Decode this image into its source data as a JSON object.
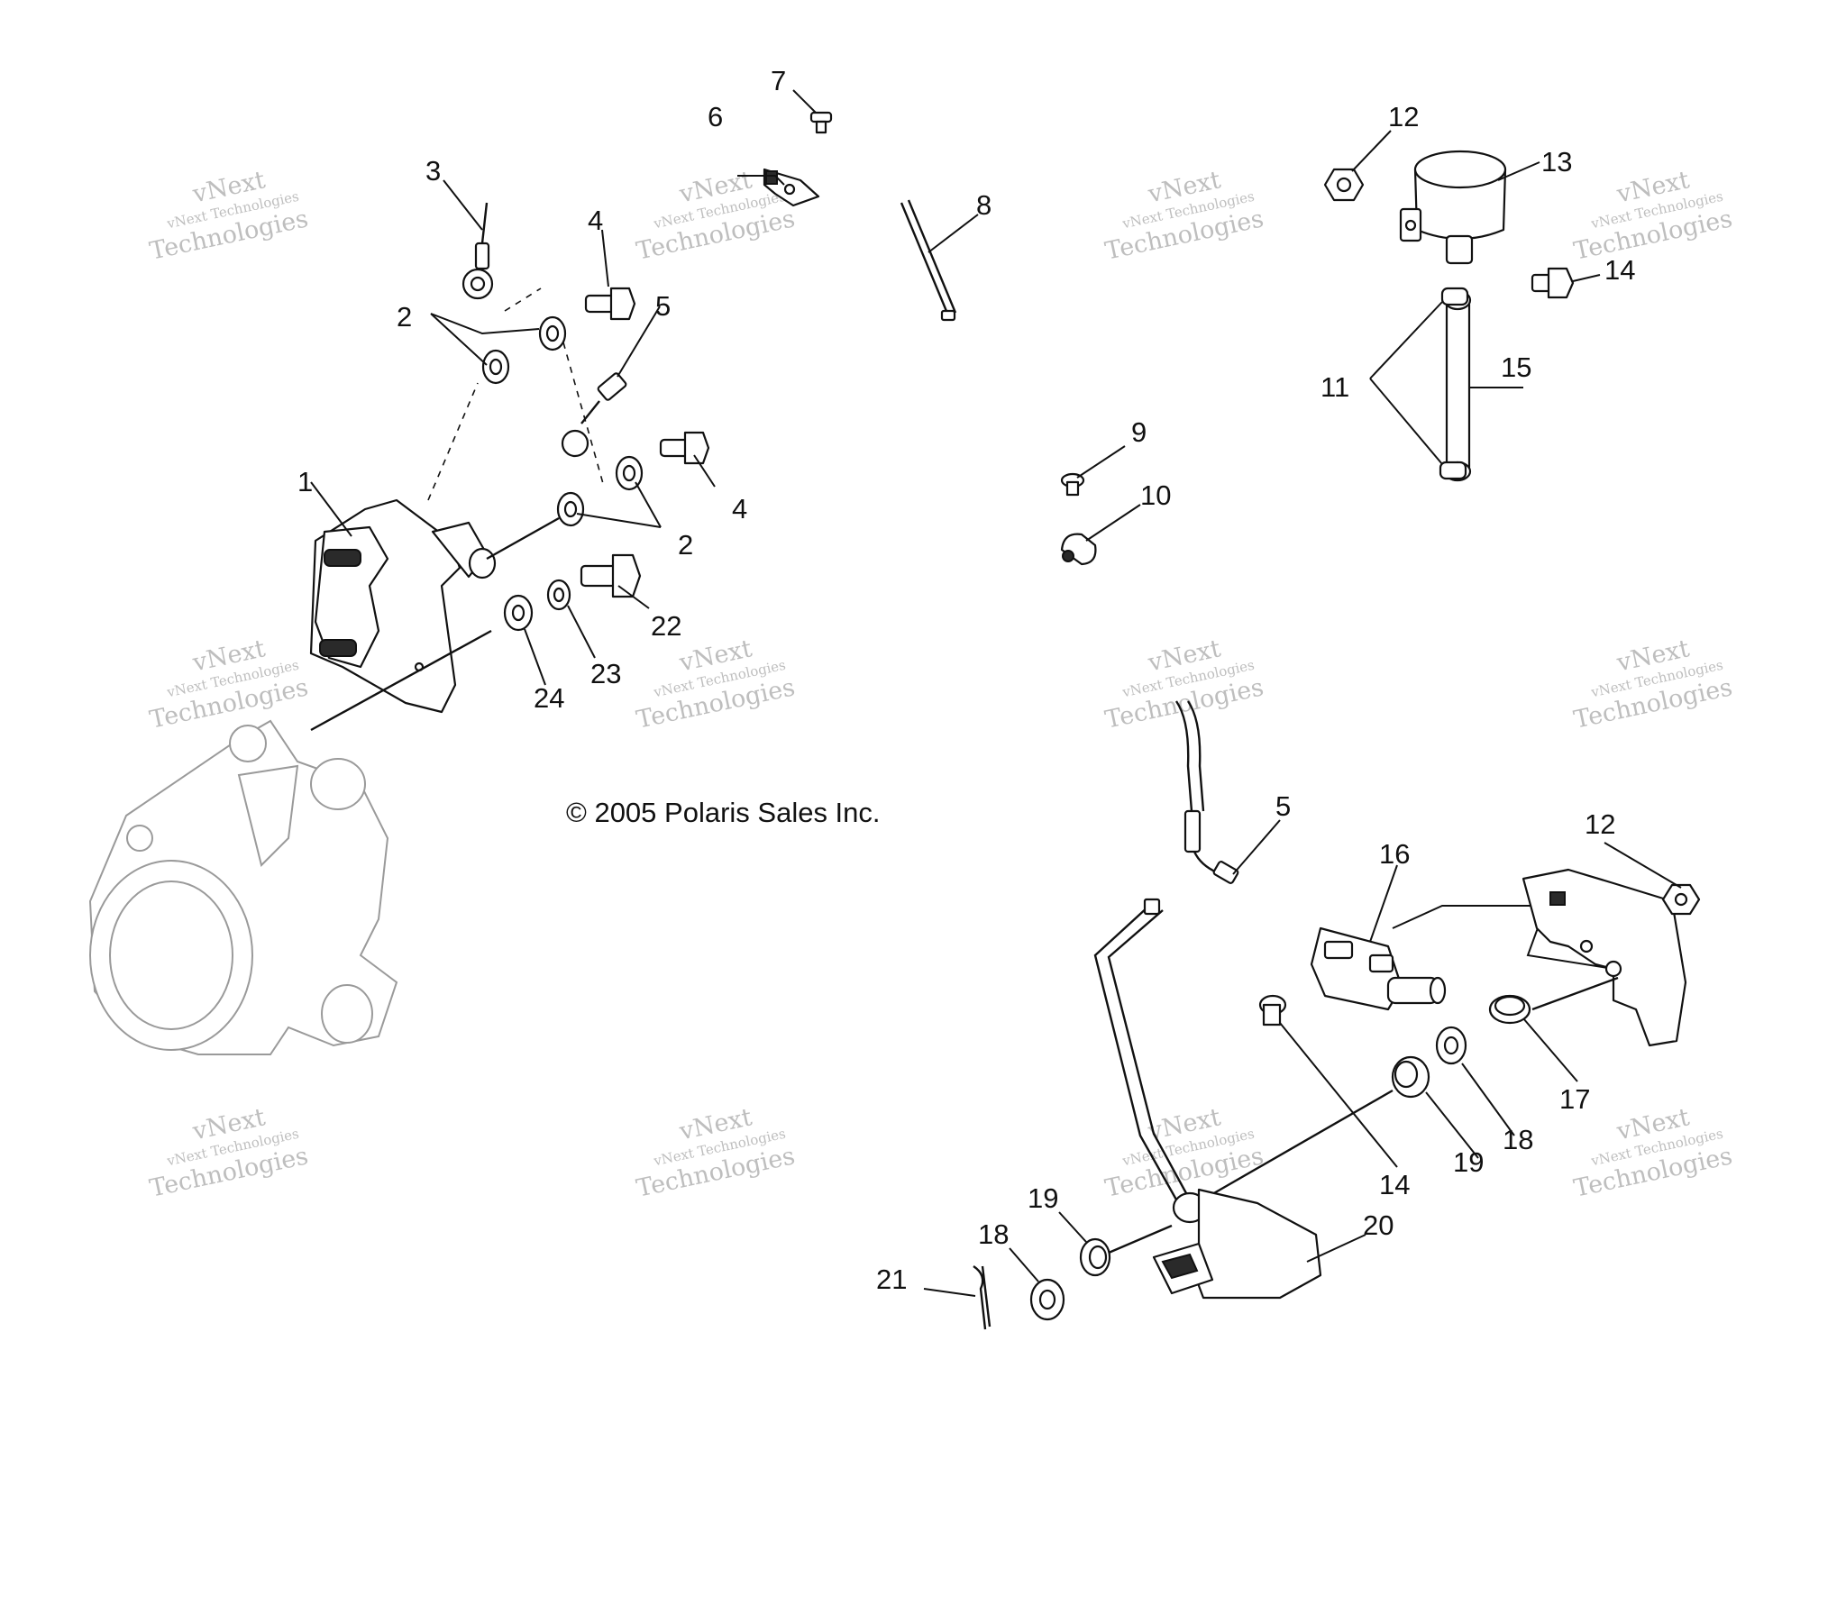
{
  "copyright": "© 2005 Polaris Sales Inc.",
  "watermark": {
    "line1": "vNext",
    "line2": "vNext Technologies",
    "line3": "Technologies"
  },
  "callouts": [
    "1",
    "2",
    "2",
    "3",
    "4",
    "4",
    "5",
    "5",
    "6",
    "7",
    "8",
    "9",
    "10",
    "11",
    "12",
    "12",
    "13",
    "14",
    "14",
    "15",
    "16",
    "17",
    "18",
    "18",
    "19",
    "19",
    "20",
    "21",
    "22",
    "23",
    "24"
  ],
  "colors": {
    "ink": "#111111",
    "watermark": "#8a8a8a",
    "background": "#ffffff"
  }
}
